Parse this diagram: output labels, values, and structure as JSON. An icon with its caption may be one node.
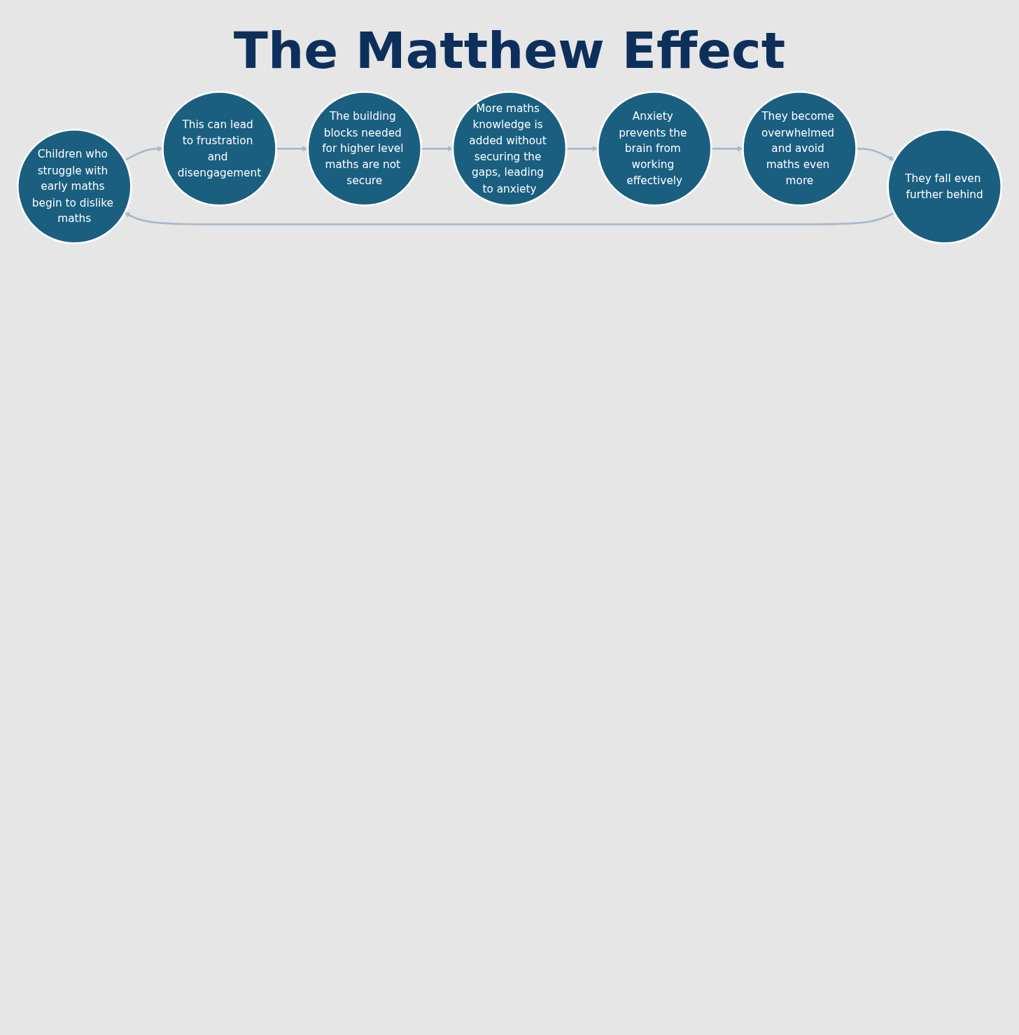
{
  "diagram": {
    "title": "The Matthew Effect",
    "nodes": [
      {
        "text": [
          "Children who struggle with early maths begin to dislike maths"
        ]
      },
      {
        "text": [
          "This can lead to frustration and disengagement"
        ]
      },
      {
        "text": [
          "The building blocks needed for higher level maths are not secure"
        ]
      },
      {
        "text": [
          "More maths knowledge is added without securing the gaps, leading to anxiety"
        ]
      },
      {
        "text": [
          "Anxiety prevents the brain from working effectively"
        ]
      },
      {
        "text": [
          "They become overwhelmed and avoid maths even more"
        ]
      },
      {
        "text": [
          "They fall even further behind"
        ]
      }
    ],
    "edges": [
      {
        "from": 0,
        "to": 1,
        "arrow": "to"
      },
      {
        "from": 1,
        "to": 2,
        "arrow": "to"
      },
      {
        "from": 2,
        "to": 3,
        "arrow": "to"
      },
      {
        "from": 3,
        "to": 4,
        "arrow": "to"
      },
      {
        "from": 4,
        "to": 5,
        "arrow": "to"
      },
      {
        "from": 5,
        "to": 6,
        "arrow": "to"
      },
      {
        "from": 6,
        "to": 0,
        "arrow": "to"
      }
    ]
  }
}
